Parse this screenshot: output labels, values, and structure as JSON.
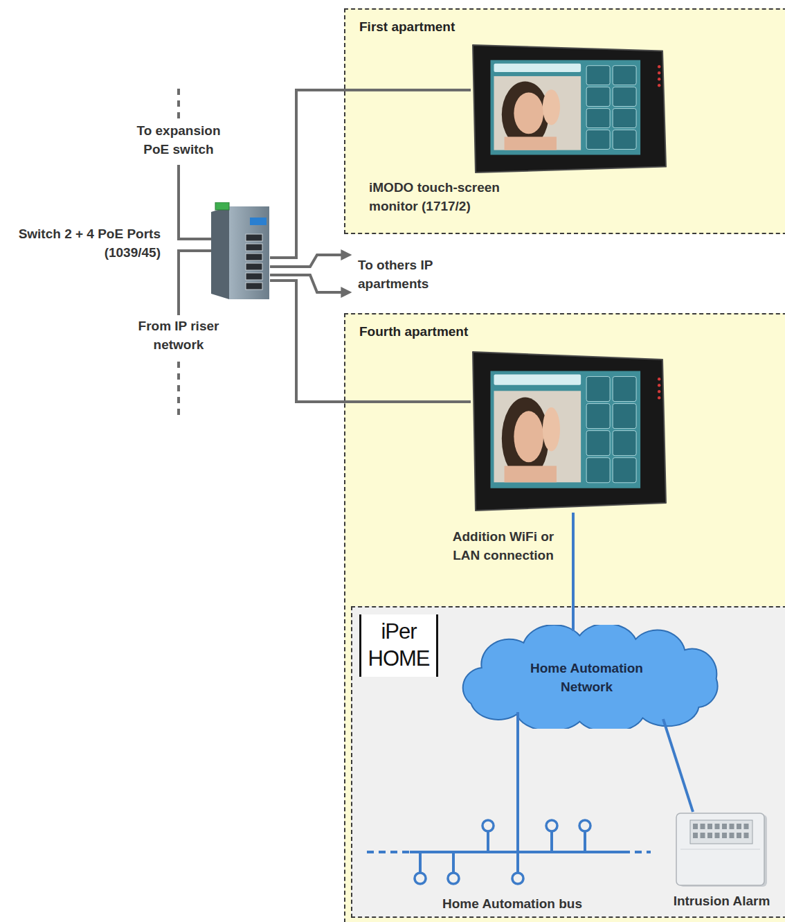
{
  "diagram": {
    "nodes": [
      {
        "text": [
          "Switch 2 + 4 PoE Ports (1039/45)"
        ]
      },
      {
        "text": [
          "First apartment"
        ]
      },
      {
        "text": [
          "iMODO touch-screen monitor (1717/2)"
        ],
        "in": 1
      },
      {
        "text": [
          "Fourth apartment"
        ]
      },
      {
        "text": [
          "iPer HOME"
        ],
        "in": 3
      },
      {
        "text": [
          "Home Automation Network"
        ],
        "in": 4
      },
      {
        "text": [
          "Intrusion Alarm"
        ],
        "in": 4
      }
    ],
    "edges": [
      {
        "from": 0,
        "to": 2,
        "arrow": "none"
      },
      {
        "from": 0,
        "to": 3,
        "arrow": "none"
      },
      {
        "from": 5,
        "to": 6,
        "arrow": "none"
      }
    ],
    "labels": [
      "To expansion PoE switch",
      "To others IP apartments",
      "From IP riser network",
      "Addition WiFi or LAN connection",
      "Home Automation bus"
    ]
  }
}
